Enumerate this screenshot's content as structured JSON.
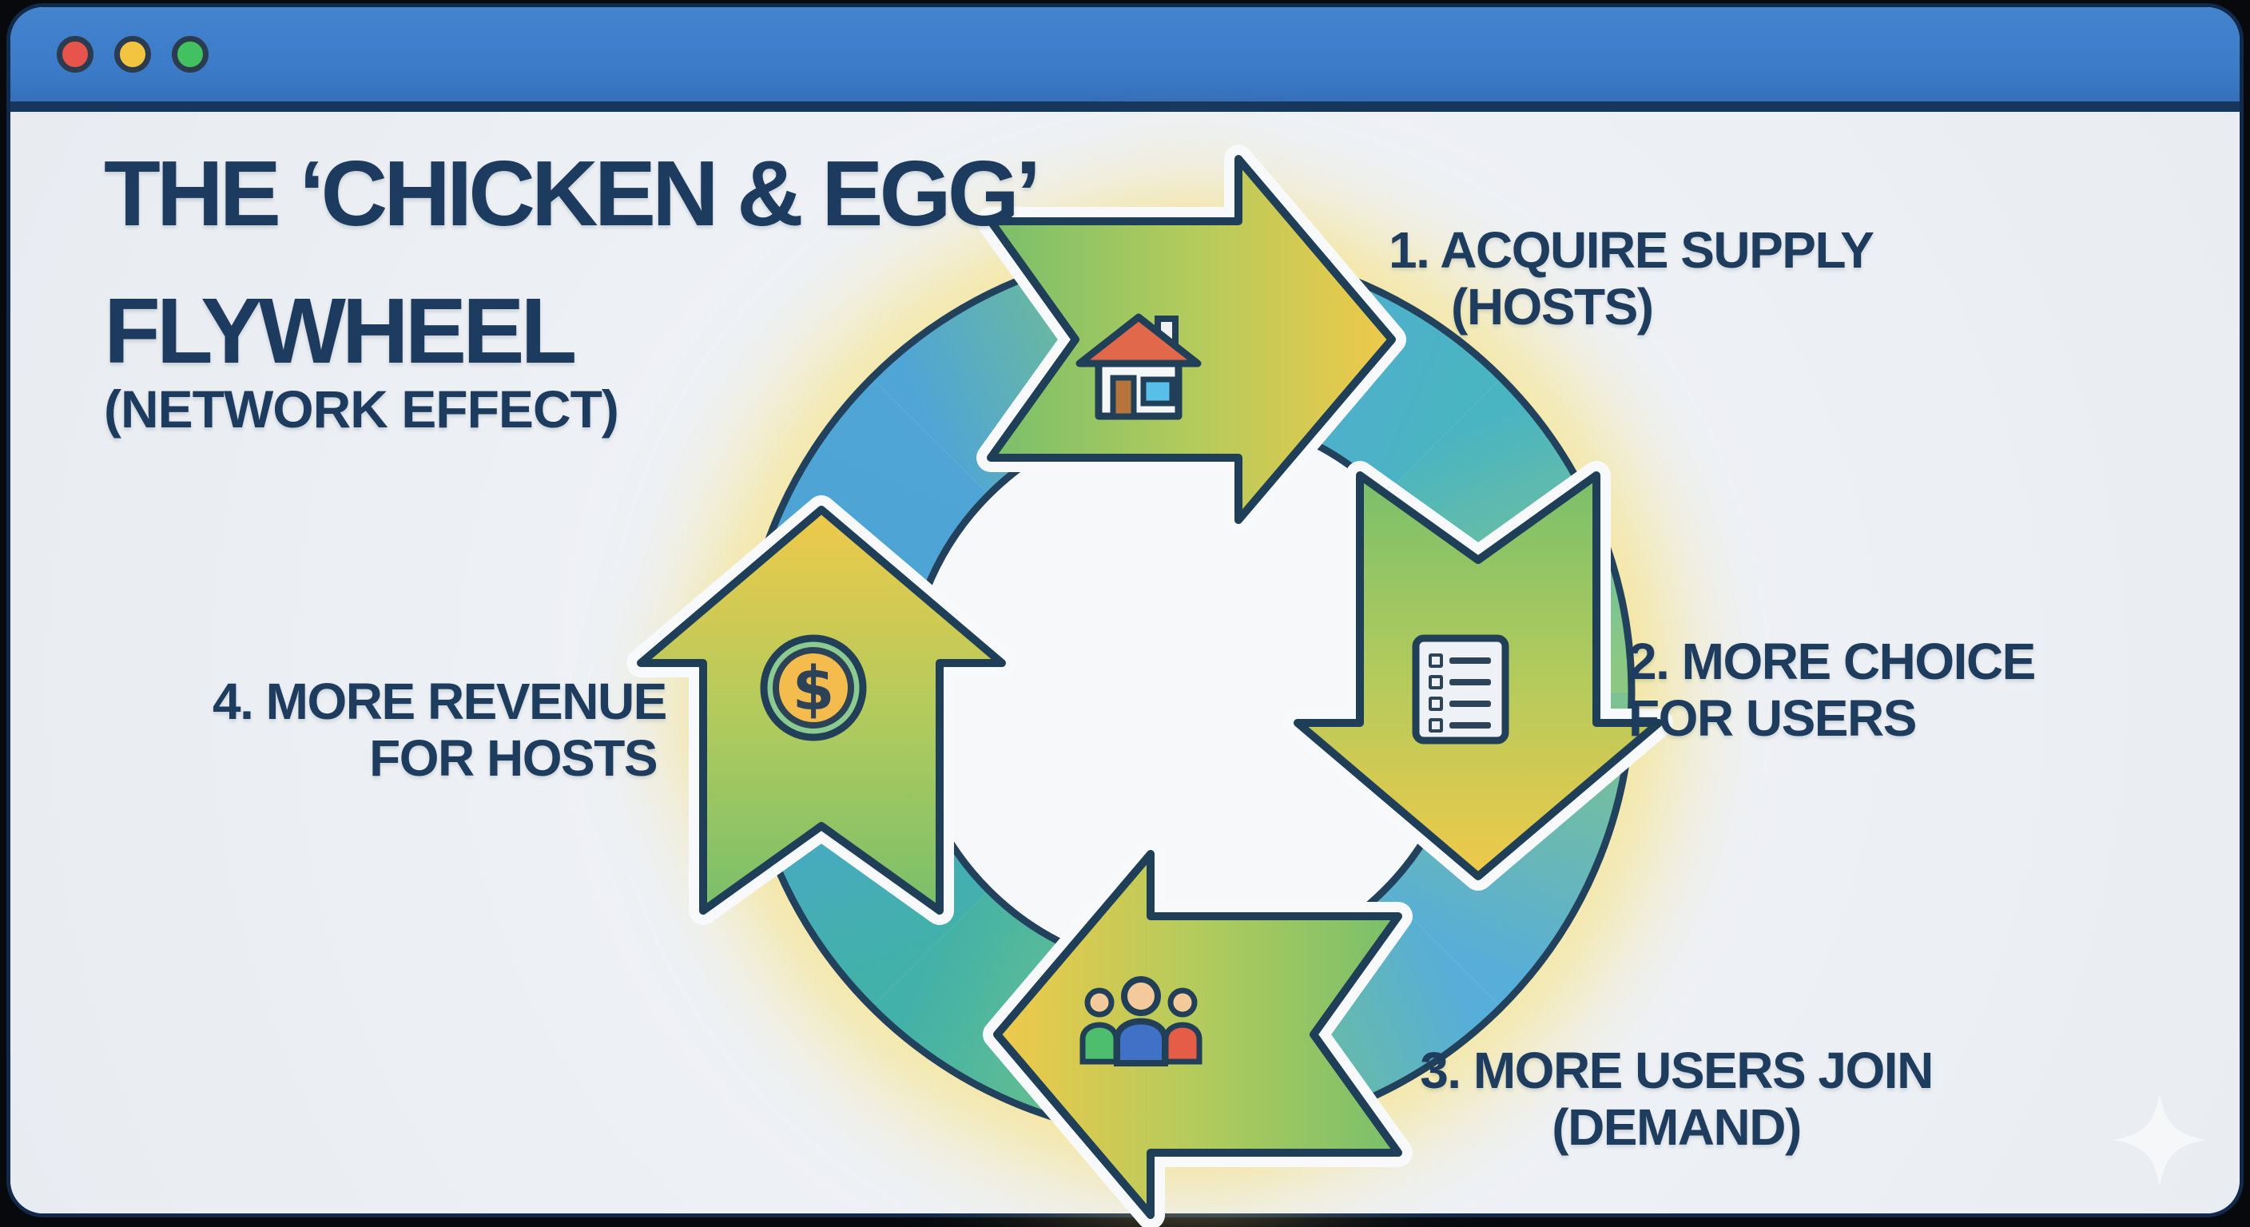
{
  "window": {
    "controls": [
      {
        "name": "close",
        "color": "#e7544b"
      },
      {
        "name": "minimize",
        "color": "#f3c440"
      },
      {
        "name": "maximize",
        "color": "#43c05f"
      }
    ]
  },
  "title": {
    "line1": "THE ‘CHICKEN & EGG’",
    "line2": "FLYWHEEL",
    "subtitle": "(NETWORK EFFECT)"
  },
  "diagram": {
    "type": "cycle-flywheel",
    "direction": "clockwise",
    "coin_symbol": "$",
    "steps": [
      {
        "order": 1,
        "lines": [
          "1. ACQUIRE SUPPLY",
          "(HOSTS)"
        ],
        "icon": "house-icon",
        "position": "top"
      },
      {
        "order": 2,
        "lines": [
          "2. MORE CHOICE",
          "FOR USERS"
        ],
        "icon": "checklist-icon",
        "position": "right"
      },
      {
        "order": 3,
        "lines": [
          "3. MORE USERS JOIN",
          "(DEMAND)"
        ],
        "icon": "people-icon",
        "position": "bottom"
      },
      {
        "order": 4,
        "lines": [
          "4. MORE REVENUE",
          "FOR HOSTS"
        ],
        "icon": "dollar-coin-icon",
        "position": "left"
      }
    ]
  },
  "colors": {
    "outer_background": "#07090c",
    "titlebar": "#3b7ac6",
    "titlebar_edge": "#16365c",
    "canvas_background": "#eef1f5",
    "text_navy": "#1e3c5e",
    "outline_navy": "#1f3f58",
    "ring_blue": "#4fa5d6",
    "ring_teal": "#42b1a9",
    "ring_green": "#77c67f",
    "ring_yellow_green": "#9ccb70",
    "arrow_tail_green": "#79bf6b",
    "arrow_head_yellow": "#efc94a",
    "glow_yellow": "#f6e58e",
    "house_roof": "#e2684b",
    "house_door": "#b5743c",
    "house_window": "#58bfe8",
    "coin_fill": "#f4bc4d",
    "coin_ring": "#8bca90",
    "person_center": "#3f72c6",
    "person_left": "#4dbd6e",
    "person_right": "#e55c47"
  }
}
